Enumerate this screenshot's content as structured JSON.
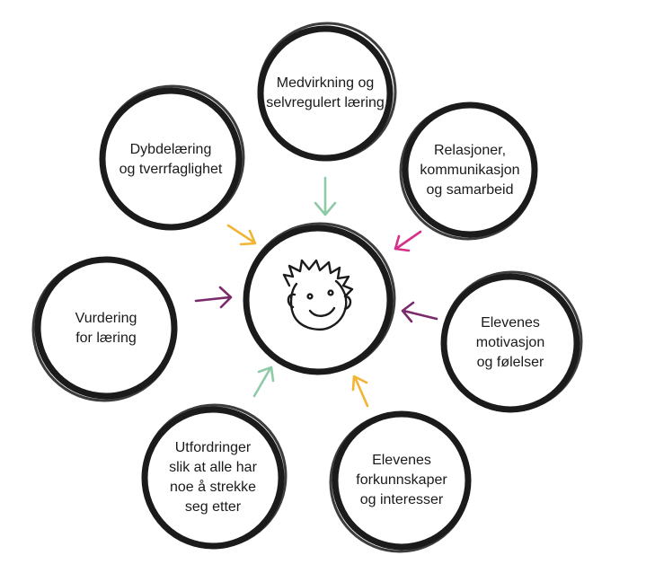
{
  "nodes": [
    {
      "id": "medvirkning",
      "label": "Medvirkning og\nselvregulert læring"
    },
    {
      "id": "relasjoner",
      "label": "Relasjoner,\nkommunikasjon\nog samarbeid"
    },
    {
      "id": "motivasjon",
      "label": "Elevenes\nmotivasjon\nog følelser"
    },
    {
      "id": "forkunnskaper",
      "label": "Elevenes\nforkunnskaper\nog interesser"
    },
    {
      "id": "utfordringer",
      "label": "Utfordringer\nslik at alle har\nnoe å strekke\nseg etter"
    },
    {
      "id": "vurdering",
      "label": "Vurdering\nfor læring"
    },
    {
      "id": "dybdelaering",
      "label": "Dybdelæring\nog tverrfaglighet"
    }
  ],
  "center": {
    "icon": "smiling-face-icon"
  },
  "colors": {
    "ring": "#1b1b1b",
    "green": "#8fcaa6",
    "pink": "#d6308a",
    "purple": "#7b2a6b",
    "yellow": "#f2b434"
  },
  "arrows": [
    {
      "from": "medvirkning",
      "color": "green"
    },
    {
      "from": "relasjoner",
      "color": "pink"
    },
    {
      "from": "motivasjon",
      "color": "purple"
    },
    {
      "from": "forkunnskaper",
      "color": "yellow"
    },
    {
      "from": "utfordringer",
      "color": "green"
    },
    {
      "from": "vurdering",
      "color": "purple"
    },
    {
      "from": "dybdelaering",
      "color": "yellow"
    }
  ]
}
